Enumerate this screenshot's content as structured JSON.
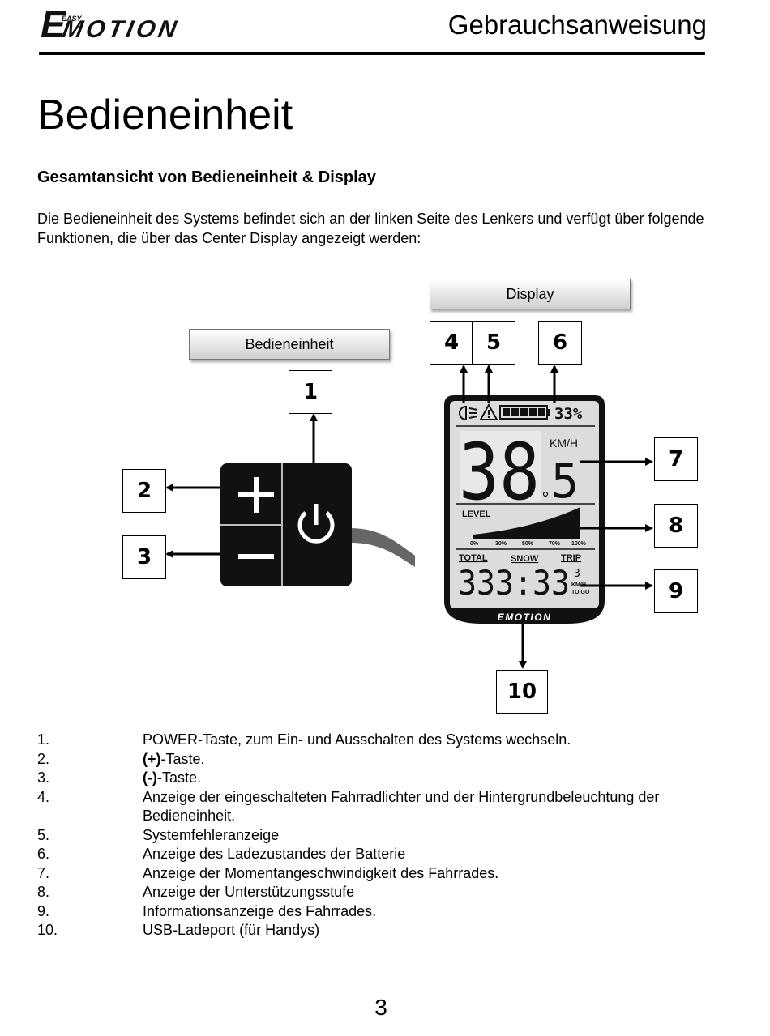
{
  "header": {
    "brand": "EASY EMOTION",
    "logo_small_text": "EASY",
    "logo_text": "EMOTION",
    "title": "Gebrauchsanweisung"
  },
  "page_title": "Bedieneinheit",
  "section_heading": "Gesamtansicht von Bedieneinheit & Display",
  "intro": "Die Bedieneinheit des Systems befindet sich an der linken Seite des Lenkers und verfügt über folgende Funktionen, die über das Center Display angezeigt werden:",
  "diagram": {
    "label_display": "Display",
    "label_control": "Bedieneinheit",
    "callouts": [
      "1",
      "2",
      "3",
      "4",
      "5",
      "6",
      "7",
      "8",
      "9",
      "10"
    ],
    "lcd": {
      "battery_percent": "33%",
      "speed_main": "38",
      "speed_decimal": "5",
      "speed_unit": "KM/H",
      "level_label": "LEVEL",
      "level_ticks": [
        "0%",
        "30%",
        "50%",
        "70%",
        "100%"
      ],
      "info_labels": [
        "TOTAL",
        "SNOW",
        "TRIP"
      ],
      "info_digits": "333:33",
      "info_small_digit": "3",
      "info_unit_1": "KM/H",
      "info_unit_2": "TO GO",
      "brand": "EMOTION"
    }
  },
  "legend": [
    {
      "num": "1.",
      "text": "POWER-Taste, zum Ein- und Ausschalten des Systems wechseln."
    },
    {
      "num": "2.",
      "bold": "(+)",
      "text": "-Taste."
    },
    {
      "num": "3.",
      "bold": "(-)",
      "text": "-Taste."
    },
    {
      "num": "4.",
      "text": "Anzeige der eingeschalteten Fahrradlichter und der Hintergrundbeleuchtung der Bedieneinheit."
    },
    {
      "num": "5.",
      "text": "Systemfehleranzeige"
    },
    {
      "num": "6.",
      "text": "Anzeige des Ladezustandes der Batterie"
    },
    {
      "num": "7.",
      "text": "Anzeige der Momentangeschwindigkeit des Fahrrades."
    },
    {
      "num": "8.",
      "text": "Anzeige der Unterstützungsstufe"
    },
    {
      "num": "9.",
      "text": "Informationsanzeige des Fahrrades."
    },
    {
      "num": "10.",
      "text": "USB-Ladeport (für Handys)"
    }
  ],
  "page_number": "3"
}
